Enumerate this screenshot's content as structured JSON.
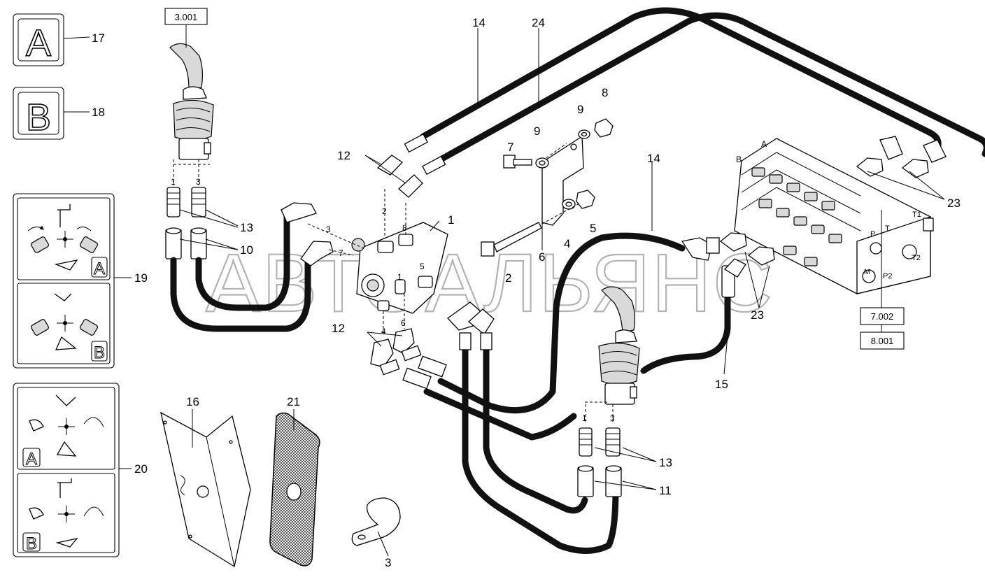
{
  "labels": {
    "l1": "1",
    "l2a": "2",
    "l2b": "2",
    "l3": "3",
    "l4a": "4",
    "l4b": "4",
    "l5": "5",
    "l6a": "6",
    "l6b": "6",
    "l7": "7",
    "l8a": "8",
    "l8b": "8",
    "l9a": "9",
    "l9b": "9",
    "l10": "10",
    "l11": "11",
    "l12a": "12",
    "l12b": "12",
    "l13a": "13",
    "l13b": "13",
    "l14a": "14",
    "l14b": "14",
    "l15": "15",
    "l16": "16",
    "l17": "17",
    "l18": "18",
    "l19": "19",
    "l20": "20",
    "l21": "21",
    "l23a": "23",
    "l23b": "23",
    "l24": "24"
  },
  "port_labels": {
    "p1": "1",
    "p3": "3",
    "p1b": "1",
    "p3b": "3",
    "p3c": "3",
    "p7": "7",
    "vA": "A",
    "vB": "B",
    "vT1": "T1",
    "vT": "T",
    "vP": "P",
    "vT2": "T2",
    "vM": "M",
    "vP2": "P2"
  },
  "refs": {
    "r3001": "3.001",
    "r7002": "7.002",
    "r8001": "8.001"
  },
  "decals": {
    "a": "A",
    "b": "B"
  },
  "watermark": "АВТОАЛЬЯНС"
}
